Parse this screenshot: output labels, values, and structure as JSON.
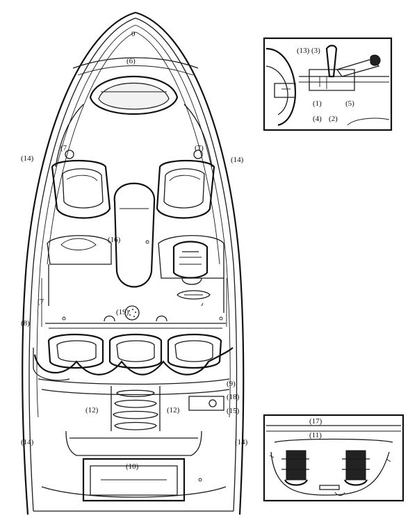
{
  "callouts": {
    "c0": "0",
    "c6": "(6)",
    "c7a": "(7",
    "c7b": "(7)",
    "c7c": "(7",
    "c14a": "(14)",
    "c14b": "(14)",
    "c14c": "(14)",
    "c14d": "(14)",
    "c16": "(16)",
    "c19": "(19)",
    "c8": "(8)",
    "c9": "(9)",
    "c18": "(18)",
    "c15": "(15)",
    "c12a": "(12)",
    "c12b": "(12)",
    "c10": "(10)",
    "c13": "(13)",
    "c3": "(3)",
    "c1": "(1)",
    "c5": "(5)",
    "c4": "(4)",
    "c2": "(2)",
    "c17": "(17)",
    "c11": "(11)"
  },
  "icons": {
    "boat": "boat-top-view-drawing",
    "helm": "helm-detail-inset",
    "stern": "stern-detail-inset"
  }
}
